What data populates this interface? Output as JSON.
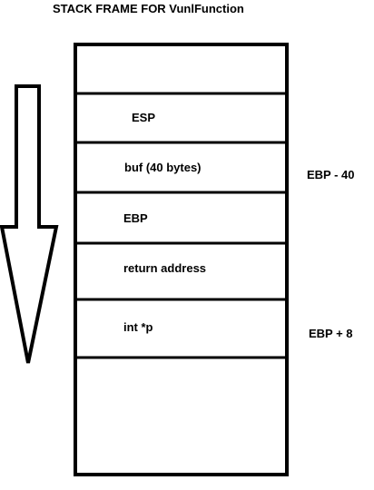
{
  "title": "STACK FRAME FOR VunlFunction",
  "stack_slots": [
    {
      "label": ""
    },
    {
      "label": "ESP"
    },
    {
      "label": "buf (40 bytes)"
    },
    {
      "label": "EBP"
    },
    {
      "label": "return address"
    },
    {
      "label": "int *p"
    },
    {
      "label": ""
    }
  ],
  "side_labels": {
    "buf_offset": "EBP - 40",
    "param_offset": "EBP + 8"
  },
  "arrow": {
    "direction": "down",
    "icon": "down-arrow-icon"
  },
  "colors": {
    "line": "#000000",
    "background": "#ffffff"
  }
}
